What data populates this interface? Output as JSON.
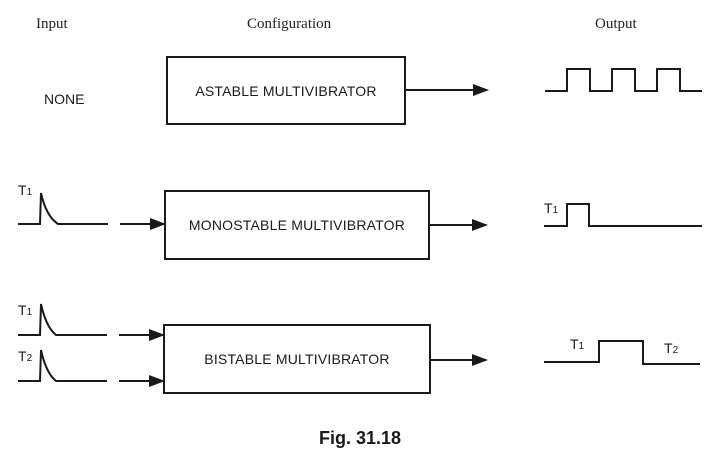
{
  "headers": {
    "input": "Input",
    "configuration": "Configuration",
    "output": "Output"
  },
  "rows": [
    {
      "input_label": "NONE",
      "block": "ASTABLE MULTIVIBRATOR",
      "input_signals": [],
      "output_type": "square-wave",
      "output_labels": []
    },
    {
      "input_label": "",
      "block": "MONOSTABLE MULTIVIBRATOR",
      "input_signals": [
        {
          "name": "T",
          "sub": "1"
        }
      ],
      "output_type": "single-pulse",
      "output_labels": [
        {
          "name": "T",
          "sub": "1"
        }
      ]
    },
    {
      "input_label": "",
      "block": "BISTABLE MULTIVIBRATOR",
      "input_signals": [
        {
          "name": "T",
          "sub": "1"
        },
        {
          "name": "T",
          "sub": "2"
        }
      ],
      "output_type": "set-reset-level",
      "output_labels": [
        {
          "name": "T",
          "sub": "1"
        },
        {
          "name": "T",
          "sub": "2"
        }
      ]
    }
  ],
  "caption": "Fig. 31.18"
}
